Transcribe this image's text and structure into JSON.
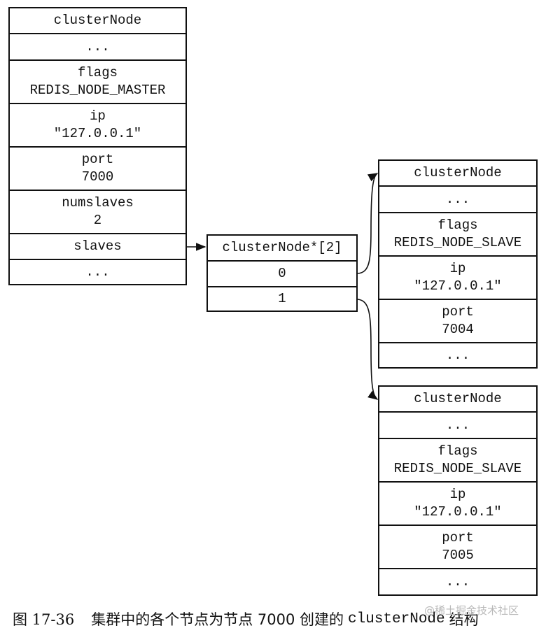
{
  "master": {
    "title": "clusterNode",
    "ellipsis_top": "...",
    "flags_label": "flags",
    "flags_value": "REDIS_NODE_MASTER",
    "ip_label": "ip",
    "ip_value": "\"127.0.0.1\"",
    "port_label": "port",
    "port_value": "7000",
    "numslaves_label": "numslaves",
    "numslaves_value": "2",
    "slaves_label": "slaves",
    "ellipsis_bottom": "..."
  },
  "slaves_array": {
    "title": "clusterNode*[2]",
    "index_0": "0",
    "index_1": "1"
  },
  "slave_7004": {
    "title": "clusterNode",
    "ellipsis_top": "...",
    "flags_label": "flags",
    "flags_value": "REDIS_NODE_SLAVE",
    "ip_label": "ip",
    "ip_value": "\"127.0.0.1\"",
    "port_label": "port",
    "port_value": "7004",
    "ellipsis_bottom": "..."
  },
  "slave_7005": {
    "title": "clusterNode",
    "ellipsis_top": "...",
    "flags_label": "flags",
    "flags_value": "REDIS_NODE_SLAVE",
    "ip_label": "ip",
    "ip_value": "\"127.0.0.1\"",
    "port_label": "port",
    "port_value": "7005",
    "ellipsis_bottom": "..."
  },
  "caption": {
    "figure_label": "图 17-36",
    "text_before_code": "集群中的各个节点为节点 7000 创建的",
    "code": "clusterNode",
    "text_after_code": "结构"
  },
  "watermark": "@稀土掘金技术社区"
}
